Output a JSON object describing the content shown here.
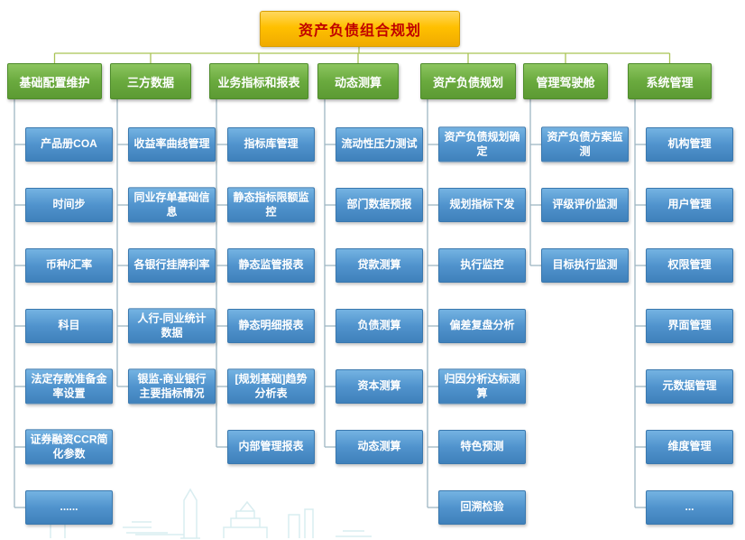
{
  "root": {
    "title": "资产负债组合规划"
  },
  "colors": {
    "root_bg": "#FFC000",
    "root_text": "#C00000",
    "category_bg": "#6AAA3E",
    "item_bg": "#4F93CD",
    "top_connector": "#A9C355",
    "child_connector": "#9FB6C2"
  },
  "columns": [
    {
      "label": "基础配置维护",
      "items": [
        "产品册COA",
        "时间步",
        "币种/汇率",
        "科目",
        "法定存款准备金率设置",
        "证券融资CCR简化参数",
        "......"
      ]
    },
    {
      "label": "三方数据",
      "items": [
        "收益率曲线管理",
        "同业存单基础信息",
        "各银行挂牌利率",
        "人行-同业统计数据",
        "银监-商业银行主要指标情况"
      ]
    },
    {
      "label": "业务指标和报表",
      "items": [
        "指标库管理",
        "静态指标限额监控",
        "静态监管报表",
        "静态明细报表",
        "[规划基础]趋势分析表",
        "内部管理报表"
      ]
    },
    {
      "label": "动态测算",
      "items": [
        "流动性压力测试",
        "部门数据预报",
        "贷款测算",
        "负债测算",
        "资本测算",
        "动态测算"
      ]
    },
    {
      "label": "资产负债规划",
      "items": [
        "资产负债规划确定",
        "规划指标下发",
        "执行监控",
        "偏差复盘分析",
        "归因分析达标测算",
        "特色预测",
        "回溯检验"
      ]
    },
    {
      "label": "管理驾驶舱",
      "items": [
        "资产负债方案监测",
        "评级评价监测",
        "目标执行监测"
      ]
    },
    {
      "label": "系统管理",
      "items": [
        "机构管理",
        "用户管理",
        "权限管理",
        "界面管理",
        "元数据管理",
        "维度管理",
        "..."
      ]
    }
  ]
}
